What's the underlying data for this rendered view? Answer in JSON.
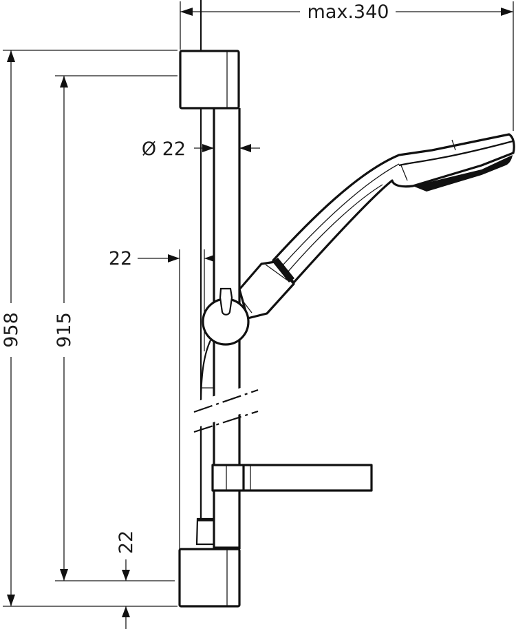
{
  "drawing": {
    "subject": "Shower rail set with hand shower, slider and soap dish",
    "colors": {
      "line": "#111111",
      "background": "#ffffff"
    }
  },
  "dimensions": {
    "overall_width": {
      "label": "max.340",
      "value": 340,
      "prefix": "max."
    },
    "overall_height": {
      "label": "958",
      "value": 958
    },
    "bracket_spacing": {
      "label": "915",
      "value": 915
    },
    "rail_diameter": {
      "label": "Ø 22",
      "symbol": "Ø",
      "value": 22
    },
    "wall_offset": {
      "label": "22",
      "value": 22
    },
    "bottom_offset": {
      "label": "22",
      "value": 22
    }
  },
  "components": [
    {
      "name": "top-wall-bracket"
    },
    {
      "name": "slide-rail"
    },
    {
      "name": "slider-with-holder"
    },
    {
      "name": "hand-shower"
    },
    {
      "name": "shower-hose"
    },
    {
      "name": "soap-dish"
    },
    {
      "name": "bottom-wall-bracket"
    }
  ]
}
